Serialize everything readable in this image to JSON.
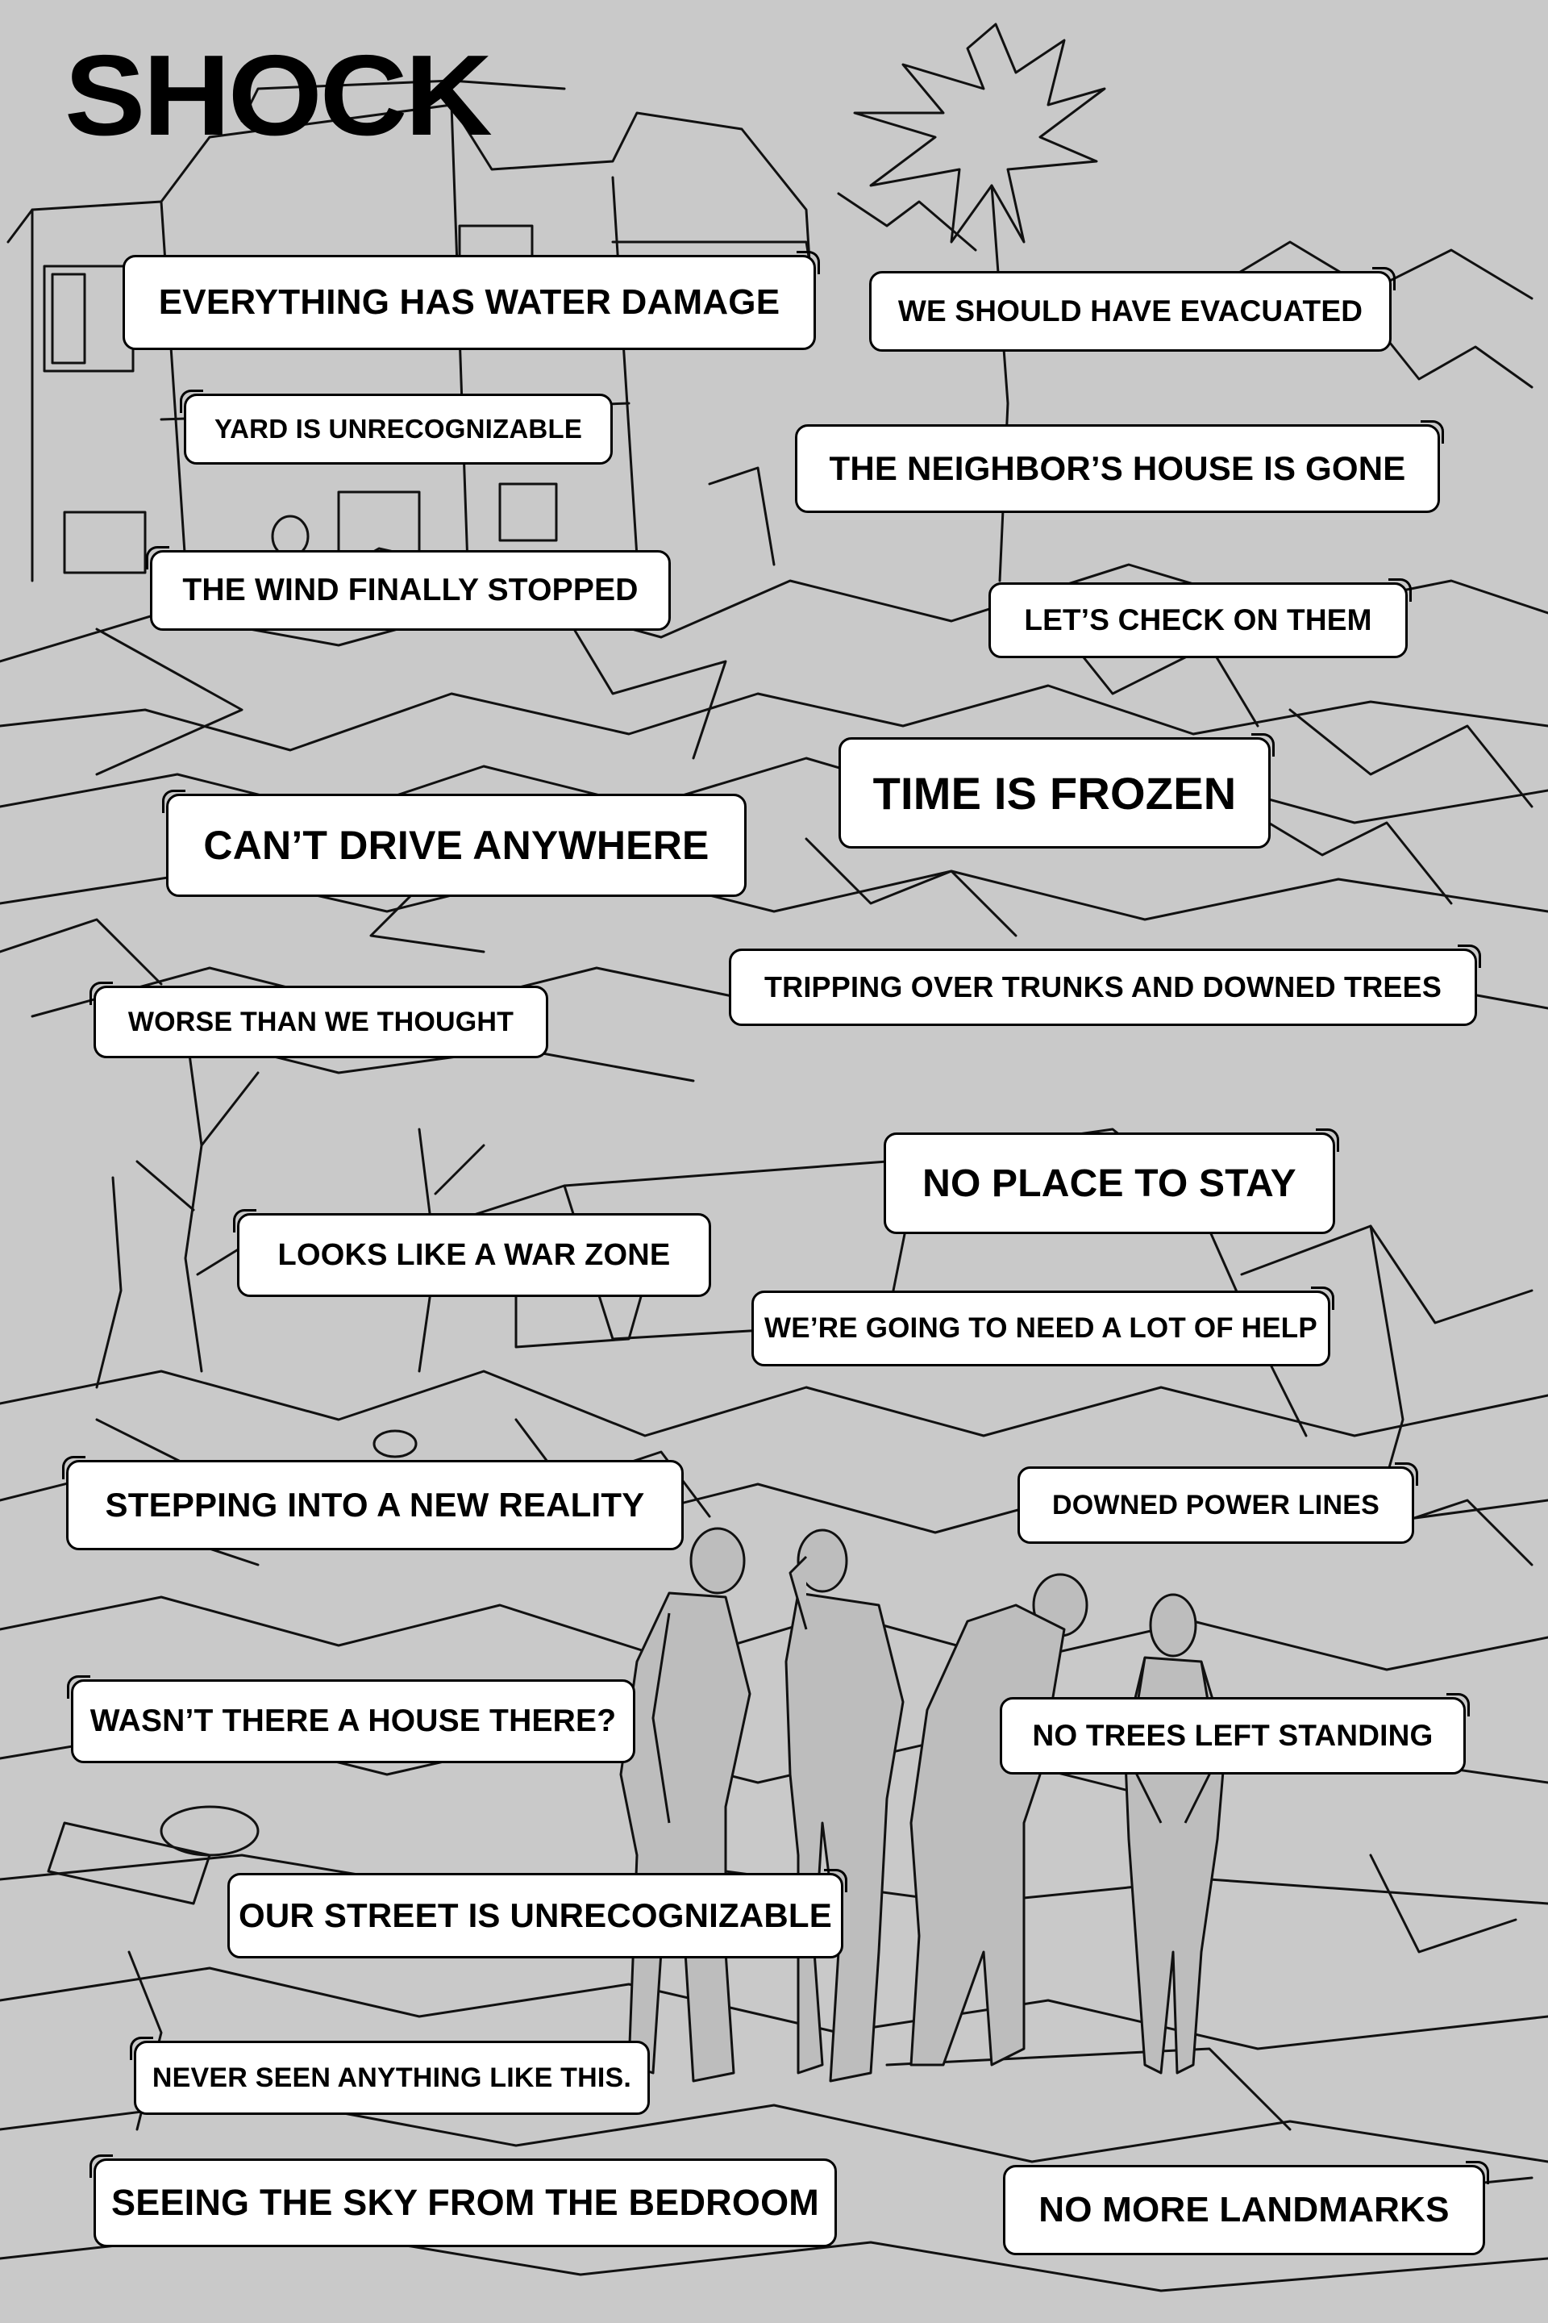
{
  "title": "SHOCK",
  "phrases": [
    "EVERYTHING HAS WATER DAMAGE",
    "WE SHOULD HAVE EVACUATED",
    "YARD IS UNRECOGNIZABLE",
    "THE NEIGHBOR’S HOUSE IS GONE",
    "THE WIND FINALLY STOPPED",
    "LET’S CHECK ON THEM",
    "TIME IS FROZEN",
    "CAN’T DRIVE ANYWHERE",
    "TRIPPING OVER TRUNKS AND DOWNED TREES",
    "WORSE THAN WE THOUGHT",
    "NO PLACE TO STAY",
    "LOOKS LIKE A WAR ZONE",
    "WE’RE GOING TO NEED A LOT OF HELP",
    "STEPPING INTO A NEW REALITY",
    "DOWNED POWER LINES",
    "WASN’T THERE A HOUSE THERE?",
    "NO TREES LEFT STANDING",
    "OUR STREET IS UNRECOGNIZABLE",
    "NEVER SEEN ANYTHING LIKE THIS.",
    "SEEING THE SKY FROM THE BEDROOM",
    "NO MORE LANDMARKS"
  ]
}
